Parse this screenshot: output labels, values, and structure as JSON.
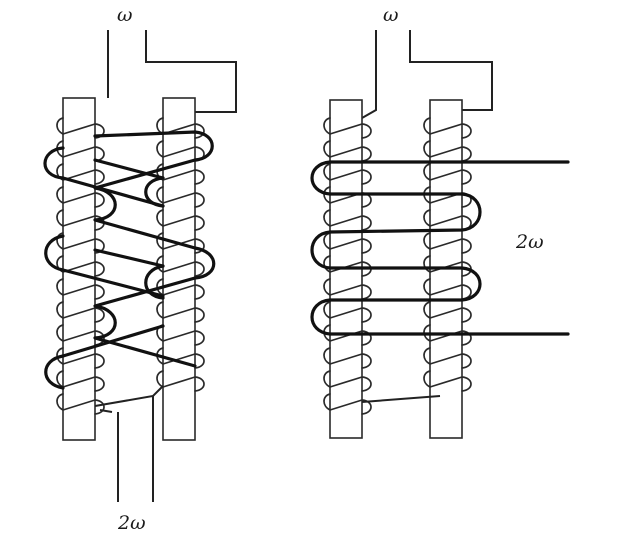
{
  "labels": {
    "left_top": "ω",
    "left_bottom": "2ω",
    "right_top": "ω",
    "right_side": "2ω"
  },
  "colors": {
    "ink": "#1a1a1a",
    "background": "#ffffff"
  }
}
